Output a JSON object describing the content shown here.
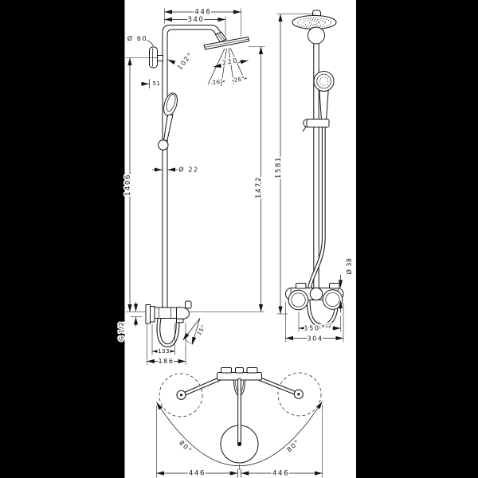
{
  "drawing": {
    "type": "technical-dimension-drawing",
    "subject": "showerpipe with overhead shower, hand shower and bath mixer",
    "background": "#000000",
    "sheet": "#ffffff",
    "ink": "#141414",
    "front": {
      "dims": {
        "overall_width": "446",
        "arm_projection": "340",
        "bracket_diameter": "Ø 60",
        "head_angle": "102°",
        "spray_width": "220",
        "spray_angle_left": "26°",
        "spray_angle_right": "26°",
        "wall_offset": "51",
        "bracket_height": "1406",
        "pipe_diameter": "Ø 22",
        "head_height": "1472",
        "thread": "G 1/2",
        "spout_angle": "15°",
        "spout_center": "133",
        "spout_reach": "186"
      }
    },
    "side": {
      "dims": {
        "total_height": "1581",
        "valve_diameter": "Ø 38",
        "supply_distance": "150",
        "supply_tolerance": "±12",
        "valve_width": "304"
      }
    },
    "top": {
      "dims": {
        "swivel_left": "80°",
        "swivel_right": "80°",
        "reach_left": "446",
        "reach_right": "446"
      }
    }
  }
}
